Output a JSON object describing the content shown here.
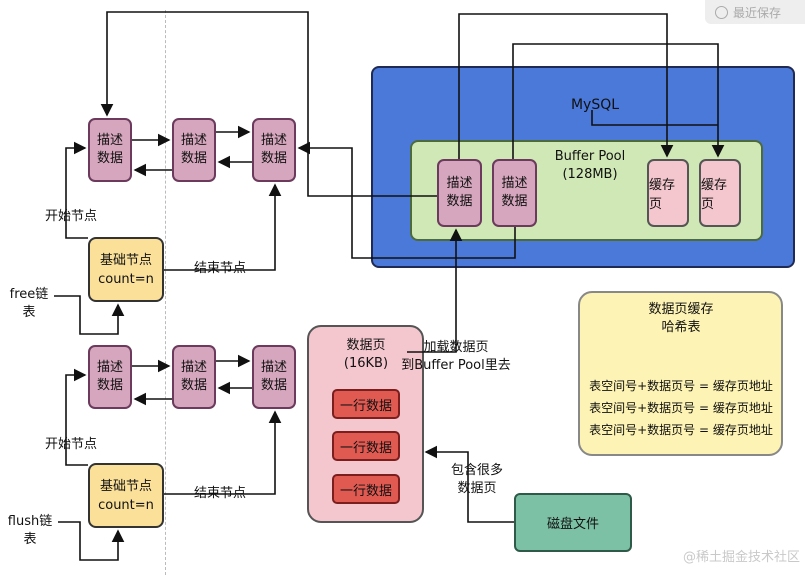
{
  "top_bar": {
    "recent_button_label": "最近保存"
  },
  "mysql": {
    "title": "MySQL",
    "buffer_pool": {
      "title": "Buffer Pool\n(128MB)",
      "desc_blocks": [
        "描述\n数据",
        "描述\n数据"
      ],
      "cache_pages": [
        "缓存页",
        "缓存页"
      ]
    }
  },
  "free_list": {
    "desc_blocks": [
      "描述\n数据",
      "描述\n数据",
      "描述\n数据"
    ],
    "start_label": "开始节点",
    "end_label": "结束节点",
    "base_node": "基础节点\ncount=n",
    "list_label": "free链表"
  },
  "flush_list": {
    "desc_blocks": [
      "描述\n数据",
      "描述\n数据",
      "描述\n数据"
    ],
    "start_label": "开始节点",
    "end_label": "结束节点",
    "base_node": "基础节点\ncount=n",
    "list_label": "flush链表"
  },
  "data_page": {
    "title": "数据页\n(16KB)",
    "rows": [
      "一行数据",
      "一行数据",
      "一行数据"
    ],
    "load_label": "加载数据页\n到Buffer Pool里去",
    "contains_label": "包含很多\n数据页"
  },
  "disk": {
    "label": "磁盘文件"
  },
  "hash_table": {
    "title": "数据页缓存\n哈希表",
    "entries": [
      "表空间号+数据页号 = 缓存页地址",
      "表空间号+数据页号 = 缓存页地址",
      "表空间号+数据页号 = 缓存页地址"
    ]
  },
  "watermark": "@稀土掘金技术社区",
  "colors": {
    "mysql_bg": "#4a79d9",
    "buffer_pool_bg": "#cfe8b6",
    "desc_bg": "#d5a6bd",
    "cache_bg": "#f4c7ce",
    "base_node_bg": "#fbe099",
    "data_page_bg": "#f4c7ce",
    "row_bg": "#e05a52",
    "disk_bg": "#7cc1a6",
    "hash_bg": "#fdf3b4"
  }
}
